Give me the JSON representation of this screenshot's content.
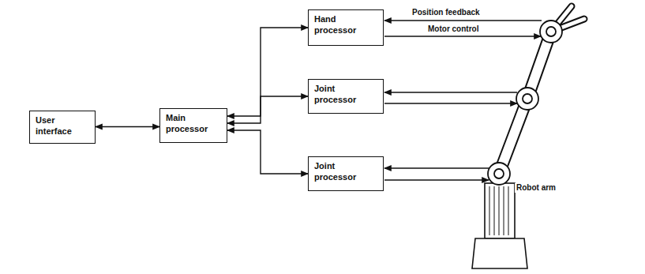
{
  "diagram": {
    "nodes": [
      {
        "text": [
          "User interface"
        ]
      },
      {
        "text": [
          "Main processor"
        ]
      },
      {
        "text": [
          "Hand processor"
        ]
      },
      {
        "text": [
          "Joint processor"
        ]
      },
      {
        "text": [
          "Joint processor"
        ]
      }
    ],
    "edges": [
      {
        "from": 0,
        "to": 1,
        "arrow": "both"
      },
      {
        "from": 1,
        "to": 2,
        "arrow": "both"
      },
      {
        "from": 1,
        "to": 3,
        "arrow": "both"
      },
      {
        "from": 1,
        "to": 4,
        "arrow": "both"
      }
    ],
    "labels": [
      "Position feedback",
      "Motor control",
      "Robot arm"
    ]
  }
}
